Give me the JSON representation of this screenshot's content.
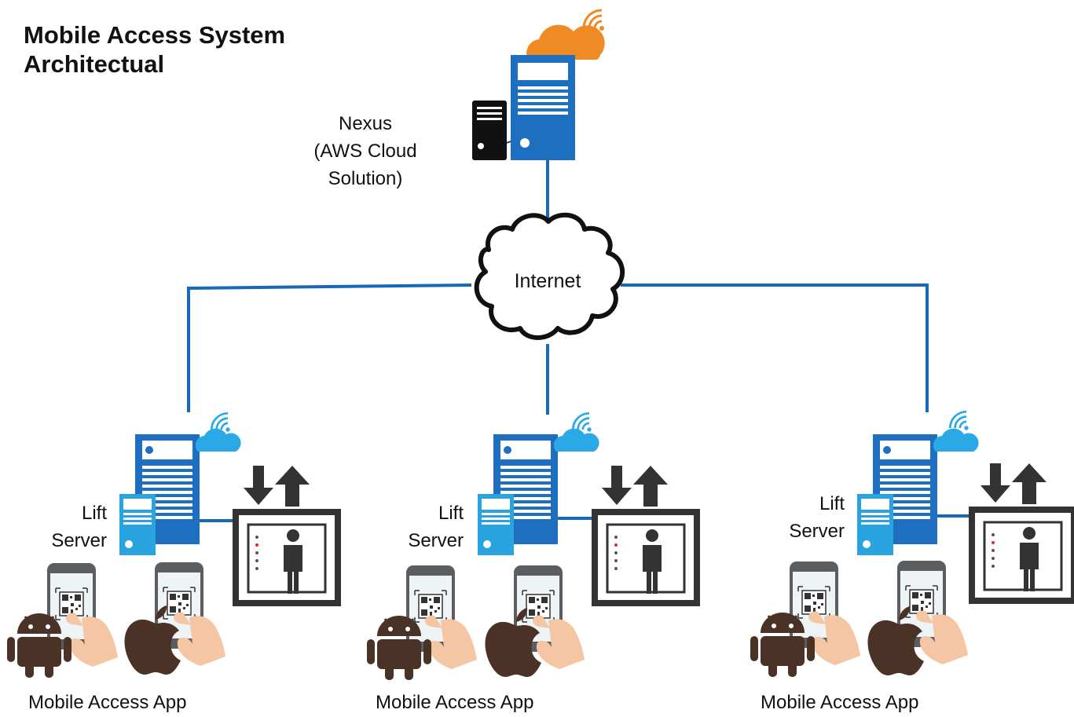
{
  "title": {
    "line1": "Mobile Access System",
    "line2": "Architectual"
  },
  "nexus": {
    "line1": "Nexus",
    "line2": "(AWS Cloud",
    "line3": "Solution)"
  },
  "internet_label": "Internet",
  "sites": [
    {
      "server_line1": "Lift",
      "server_line2": "Server",
      "app_label": "Mobile Access App"
    },
    {
      "server_line1": "Lift",
      "server_line2": "Server",
      "app_label": "Mobile Access App"
    },
    {
      "server_line1": "Lift",
      "server_line2": "Server",
      "app_label": "Mobile Access App"
    }
  ],
  "colors": {
    "line": "#1769b9",
    "server_blue": "#1e6fc0",
    "server_light": "#2aa4e0",
    "cloud_orange": "#f08a24",
    "cloud_blue": "#2ba8e6",
    "android_brown": "#4a3326",
    "lift_dark": "#333333"
  },
  "icons": [
    "wifi-icon",
    "cloud-icon",
    "server-icon",
    "elevator-icon",
    "phone-icon",
    "qr-code-icon",
    "android-icon",
    "apple-icon"
  ]
}
